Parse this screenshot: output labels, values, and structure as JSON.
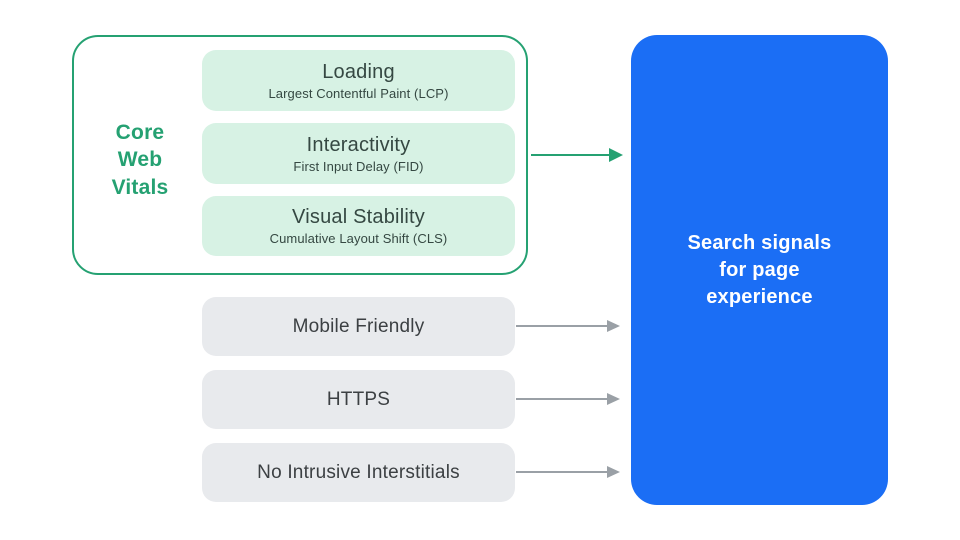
{
  "core_web_vitals": {
    "label": "Core\nWeb\nVitals",
    "cards": [
      {
        "title": "Loading",
        "subtitle": "Largest Contentful Paint (LCP)"
      },
      {
        "title": "Interactivity",
        "subtitle": "First Input Delay (FID)"
      },
      {
        "title": "Visual Stability",
        "subtitle": "Cumulative Layout Shift (CLS)"
      }
    ]
  },
  "other_signals": [
    {
      "label": "Mobile Friendly"
    },
    {
      "label": "HTTPS"
    },
    {
      "label": "No Intrusive Interstitials"
    }
  ],
  "result_box": {
    "label": "Search signals\nfor page\nexperience"
  },
  "colors": {
    "accent_green": "#25A172",
    "light_green_fill": "#D7F2E4",
    "green_card_text": "#354842",
    "gray_fill": "#E8EAED",
    "gray_text": "#3C4043",
    "arrow_gray": "#9AA0A6",
    "result_blue": "#1B6EF5",
    "result_text": "#FFFFFF"
  }
}
